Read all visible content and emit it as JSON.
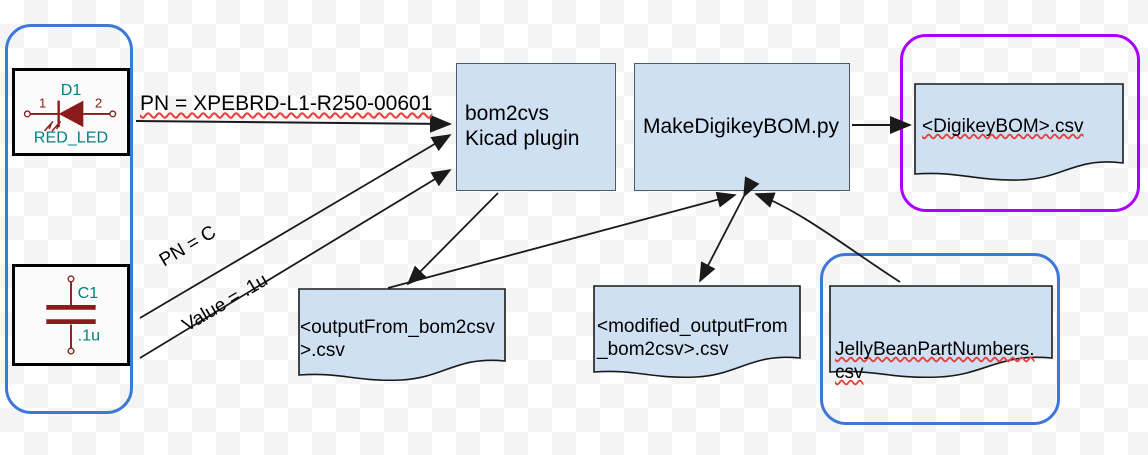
{
  "diagram": {
    "title": "KiCad BOM generation flow",
    "colors": {
      "box_fill": "#cfe0f3",
      "box_stroke": "#4a5a6a",
      "group_blue": "#3b78d8",
      "group_purple": "#aa00ff",
      "symbol_red": "#8b1a1a",
      "symbol_teal": "#008080",
      "edge": "#1a1a1a",
      "spellcheck": "#e8413c"
    },
    "groups": [
      {
        "id": "schematic-group",
        "name": "schematic-symbols-group",
        "color": "#3b78d8"
      },
      {
        "id": "output-group",
        "name": "digikey-output-group",
        "color": "#aa00ff"
      },
      {
        "id": "jellybean-group",
        "name": "jellybean-input-group",
        "color": "#3b78d8"
      }
    ],
    "symbols": [
      {
        "id": "d1",
        "type": "led",
        "reference": "D1",
        "value": "RED_LED",
        "pins": [
          "1",
          "2"
        ]
      },
      {
        "id": "c1",
        "type": "capacitor",
        "reference": "C1",
        "value": ".1u",
        "pins": []
      }
    ],
    "processes": [
      {
        "id": "bom2cvs",
        "label": "bom2cvs Kicad plugin"
      },
      {
        "id": "makedigikeybom",
        "label": "MakeDigikeyBOM.py"
      }
    ],
    "documents": [
      {
        "id": "digikeybom",
        "label": "<DigikeyBOM>.csv",
        "misspelled": true
      },
      {
        "id": "outputfrom",
        "label": "<outputFrom_bom2csv\n>.csv",
        "misspelled": false
      },
      {
        "id": "modified",
        "label": "<modified_outputFrom\n_bom2csv>.csv",
        "misspelled": false
      },
      {
        "id": "jellybean",
        "label": "JellyBeanPartNumbers.\ncsv",
        "misspelled": true
      }
    ],
    "edge_labels": [
      {
        "id": "pn-led",
        "text": "PN = XPEBRD-L1-R250-00601",
        "misspelled": true
      },
      {
        "id": "pn-cap",
        "text": "PN = C",
        "misspelled": false
      },
      {
        "id": "value-cap",
        "text": "Value = .1u",
        "misspelled": false
      }
    ],
    "edges": [
      {
        "from": "d1",
        "to": "bom2cvs",
        "label": "PN = XPEBRD-L1-R250-00601"
      },
      {
        "from": "c1",
        "to": "bom2cvs",
        "label": "PN = C"
      },
      {
        "from": "c1",
        "to": "bom2cvs",
        "label": "Value = .1u"
      },
      {
        "from": "bom2cvs",
        "to": "outputfrom",
        "label": ""
      },
      {
        "from": "outputfrom",
        "to": "makedigikeybom",
        "label": ""
      },
      {
        "from": "makedigikeybom",
        "to": "modified",
        "label": "",
        "bidirectional": true
      },
      {
        "from": "jellybean",
        "to": "makedigikeybom",
        "label": ""
      },
      {
        "from": "makedigikeybom",
        "to": "digikeybom",
        "label": ""
      }
    ]
  }
}
